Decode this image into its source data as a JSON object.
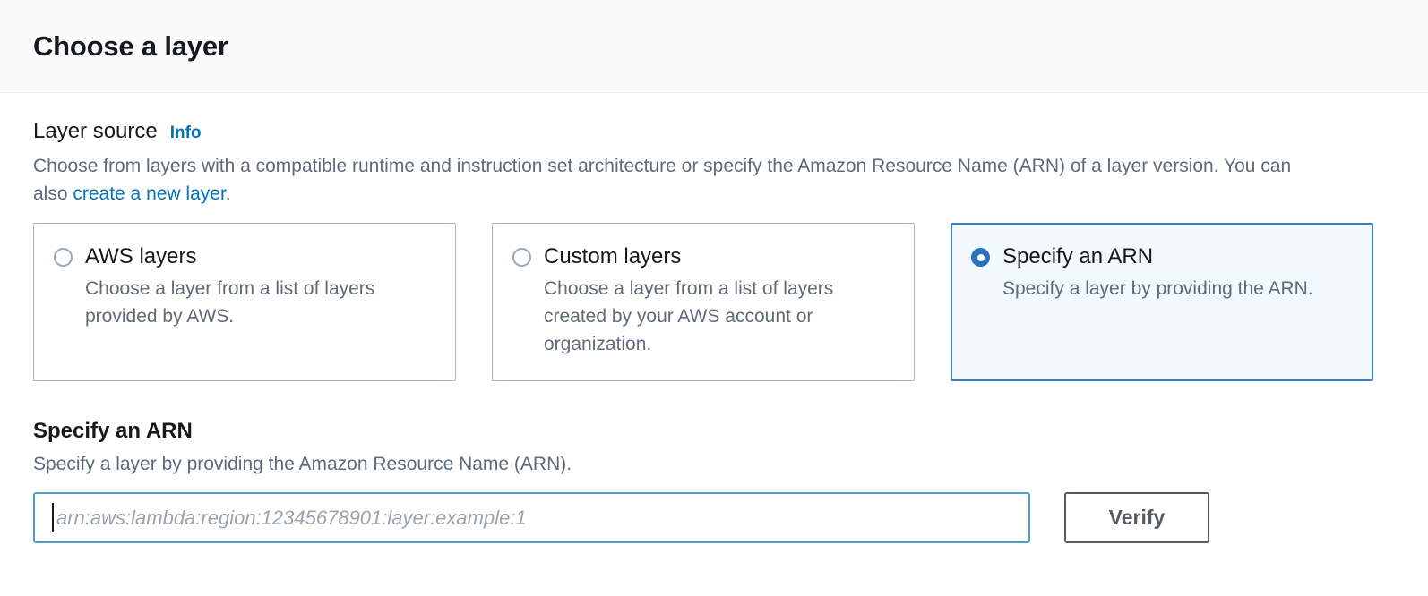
{
  "header": {
    "title": "Choose a layer"
  },
  "layer_source": {
    "label": "Layer source",
    "info_label": "Info",
    "description_part1": "Choose from layers with a compatible runtime and instruction set architecture or specify the Amazon Resource Name (ARN) of a layer version. You can also ",
    "description_link": "create a new layer",
    "description_part2": ".",
    "options": [
      {
        "title": "AWS layers",
        "description": "Choose a layer from a list of layers provided by AWS.",
        "selected": false
      },
      {
        "title": "Custom layers",
        "description": "Choose a layer from a list of layers created by your AWS account or organization.",
        "selected": false
      },
      {
        "title": "Specify an ARN",
        "description": "Specify a layer by providing the ARN.",
        "selected": true
      }
    ]
  },
  "arn_section": {
    "heading": "Specify an ARN",
    "description": "Specify a layer by providing the Amazon Resource Name (ARN).",
    "input_placeholder": "arn:aws:lambda:region:12345678901:layer:example:1",
    "input_value": "",
    "verify_label": "Verify"
  },
  "colors": {
    "accent_blue": "#0073bb",
    "selected_border": "#3b7fc4",
    "selected_background": "#f1f8fe",
    "radio_checked": "#2d72b8",
    "input_focus_border": "#4a9fc7",
    "button_border": "#545b64",
    "text_primary": "#16191f",
    "text_secondary": "#5f6b7a",
    "header_background": "#fafafa"
  }
}
